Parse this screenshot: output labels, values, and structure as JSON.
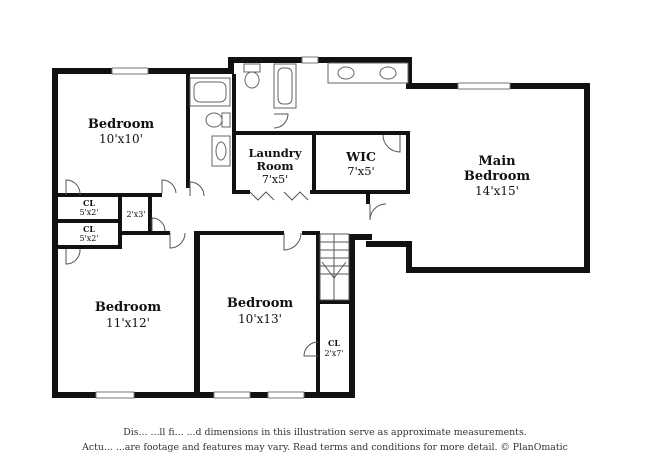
{
  "rooms": {
    "bedroom_nw": {
      "name": "Bedroom",
      "dims": "10'x10'"
    },
    "bedroom_sw": {
      "name": "Bedroom",
      "dims": "11'x12'"
    },
    "bedroom_center": {
      "name": "Bedroom",
      "dims": "10'x13'"
    },
    "laundry": {
      "line1": "Laundry",
      "line2": "Room",
      "dims": "7'x5'"
    },
    "wic": {
      "name": "WIC",
      "dims": "7'x5'"
    },
    "main_bedroom": {
      "line1": "Main",
      "line2": "Bedroom",
      "dims": "14'x15'"
    },
    "cl_upper": {
      "name": "CL",
      "dims": "5'x2'"
    },
    "cl_lower": {
      "name": "CL",
      "dims": "5'x2'"
    },
    "cl_hall": {
      "dims": "2'x3'"
    },
    "cl_right": {
      "name": "CL",
      "dims": "2'x7'"
    }
  },
  "disclaimer": {
    "line1": "Dis...  ...ll fi...     ...d dimensions in this illustration serve as approximate measurements.",
    "line2": "Actu...    ...are footage and features may vary. Read terms and conditions for more detail. © PlanOmatic"
  }
}
